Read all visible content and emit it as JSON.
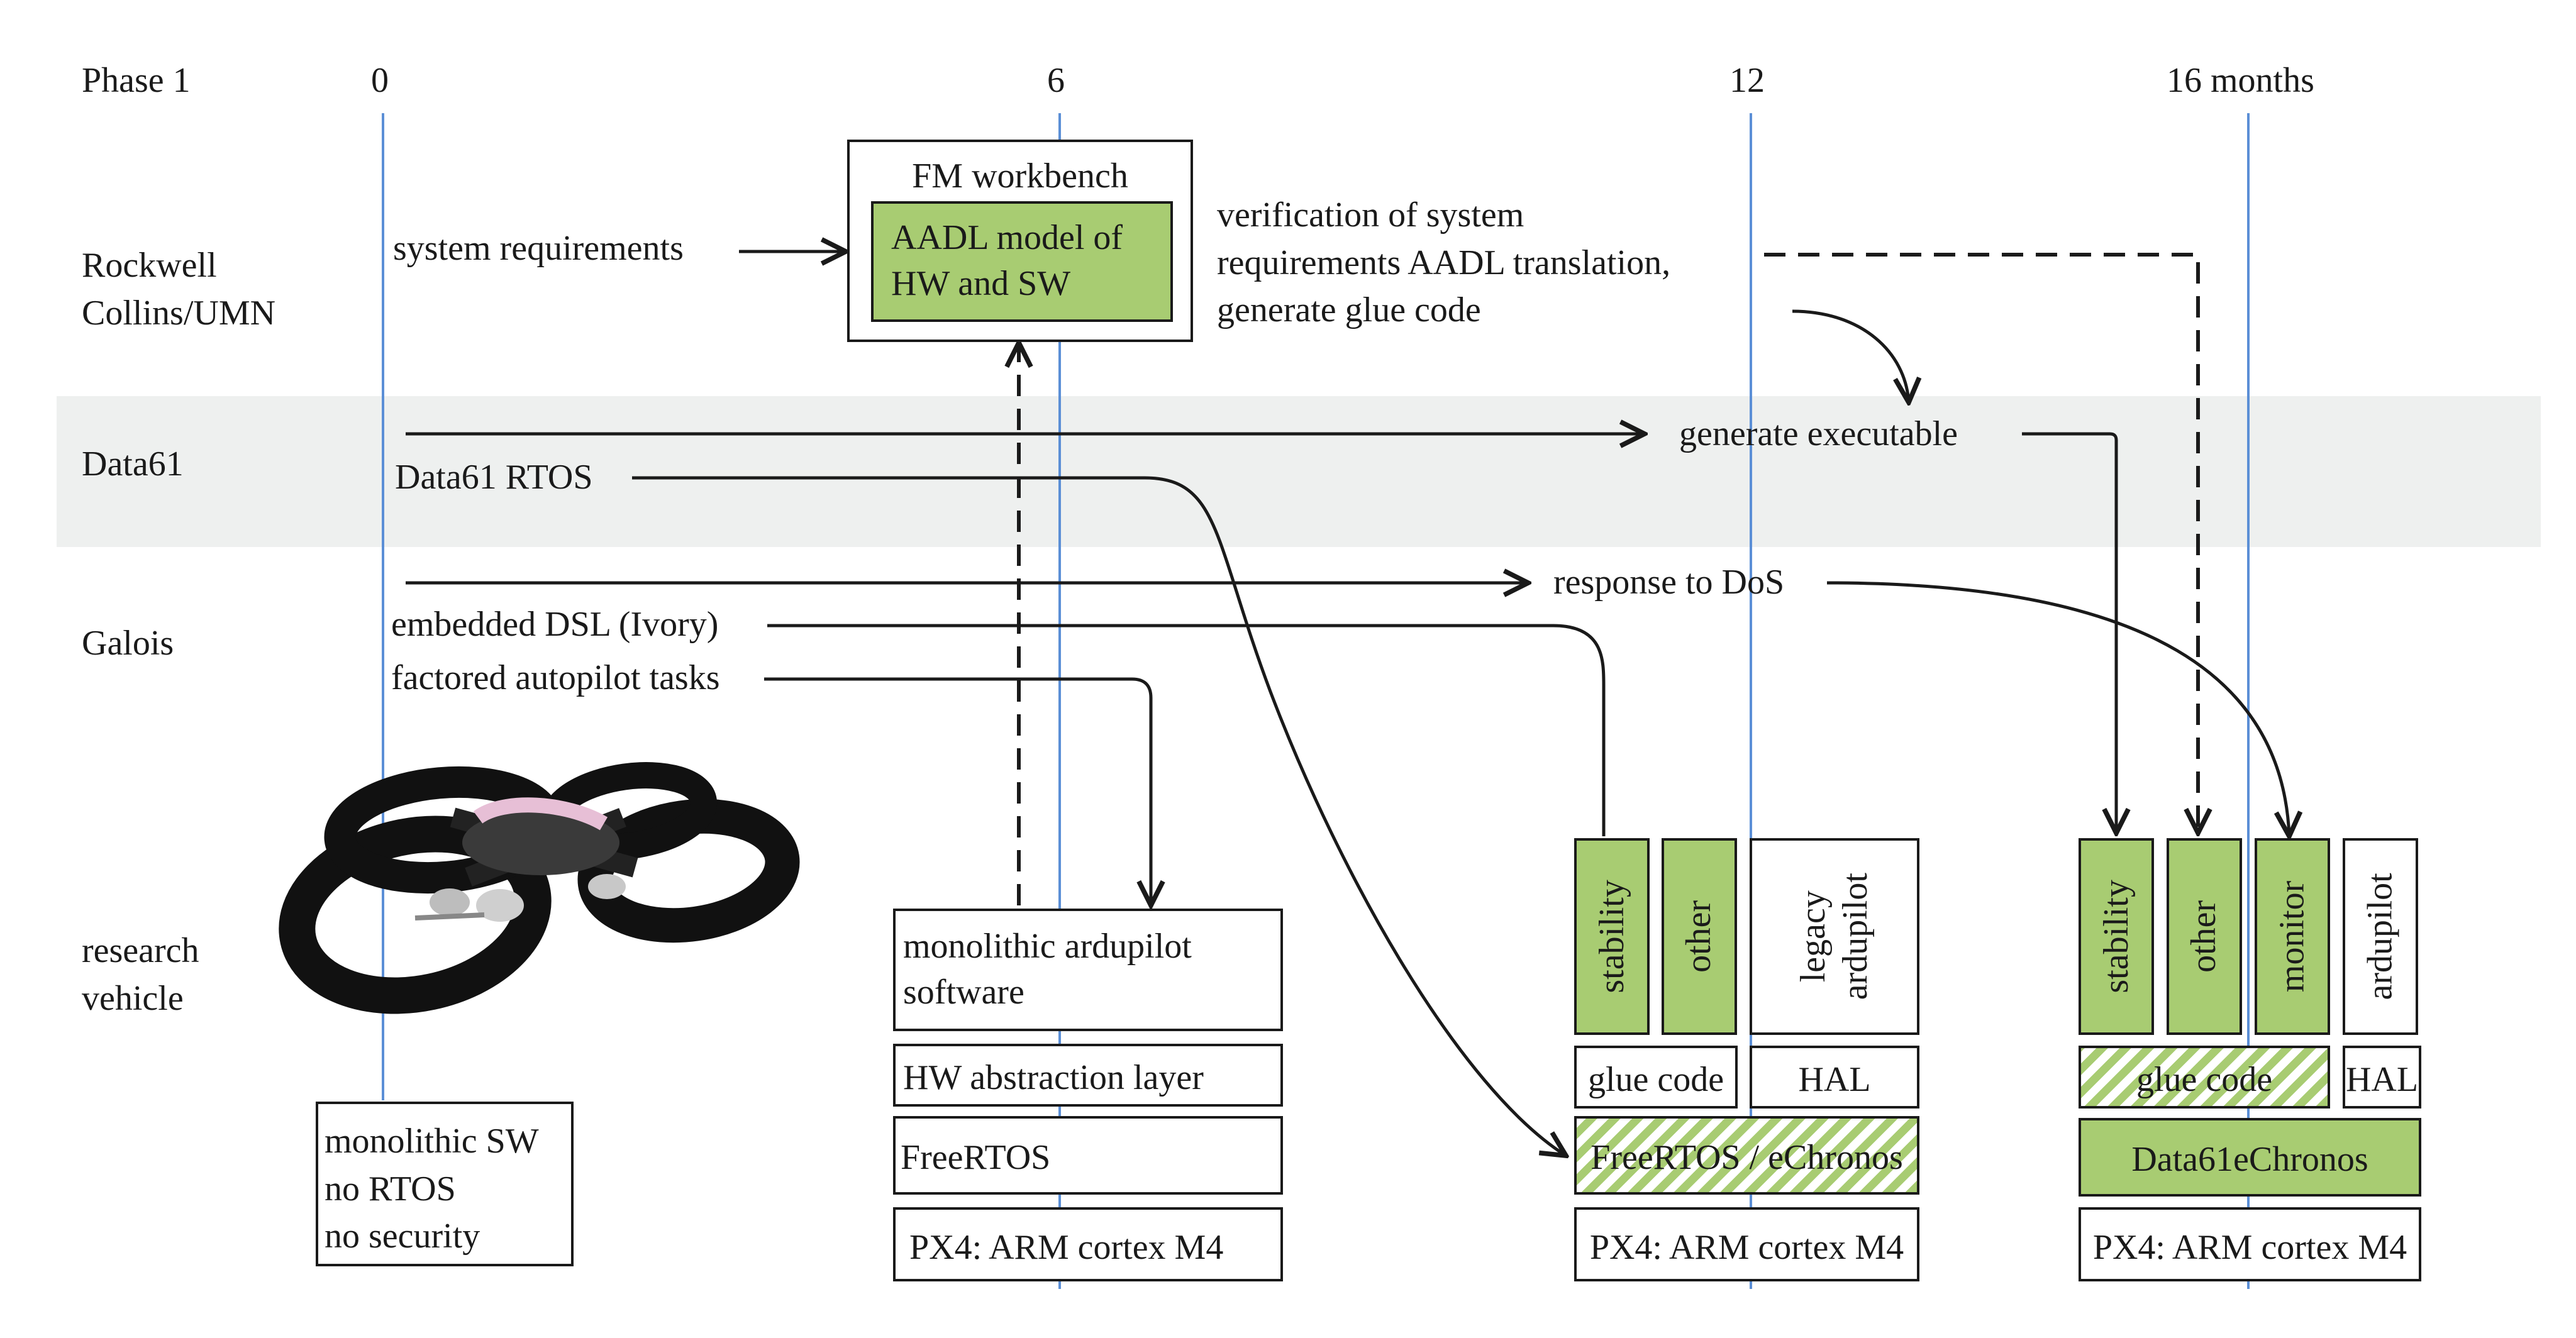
{
  "timeline": {
    "phase_label": "Phase 1",
    "ticks": [
      "0",
      "6",
      "12",
      "16 months"
    ]
  },
  "rows": {
    "rockwell": "Rockwell\nCollins/UMN",
    "data61": "Data61",
    "galois": "Galois",
    "vehicle": "research\nvehicle"
  },
  "rockwell": {
    "system_requirements": "system requirements",
    "workbench_title": "FM workbench",
    "aadl_model": "AADL model of\nHW and SW",
    "verification_note": "verification of system\nrequirements AADL translation,\ngenerate glue code"
  },
  "data61": {
    "generate_executable": "generate executable",
    "rtos": "Data61 RTOS"
  },
  "galois": {
    "response_dos": "response to DoS",
    "dsl": "embedded DSL (Ivory)",
    "factored_tasks": "factored autopilot tasks"
  },
  "stack0": {
    "monolithic_sw": "monolithic SW\nno RTOS\nno security"
  },
  "stack6": {
    "ardupilot": "monolithic ardupilot\nsoftware",
    "hal": "HW abstraction layer",
    "rtos": "FreeRTOS",
    "hw": "PX4: ARM cortex M4"
  },
  "stack12": {
    "stability": "stability",
    "other": "other",
    "legacy": "legacy\nardupilot",
    "glue": "glue code",
    "hal": "HAL",
    "rtos": "FreeRTOS / eChronos",
    "hw": "PX4: ARM cortex M4"
  },
  "stack16": {
    "stability": "stability",
    "other": "other",
    "monitor": "monitor",
    "ardupilot": "ardupilot",
    "glue": "glue code",
    "hal": "HAL",
    "rtos": "Data61eChronos",
    "hw": "PX4: ARM cortex M4"
  },
  "colors": {
    "green_fill": "#a8cc72",
    "timeline_blue": "#5b8fd6",
    "band_gray": "#eef0ef",
    "ink": "#1a1a1a"
  }
}
